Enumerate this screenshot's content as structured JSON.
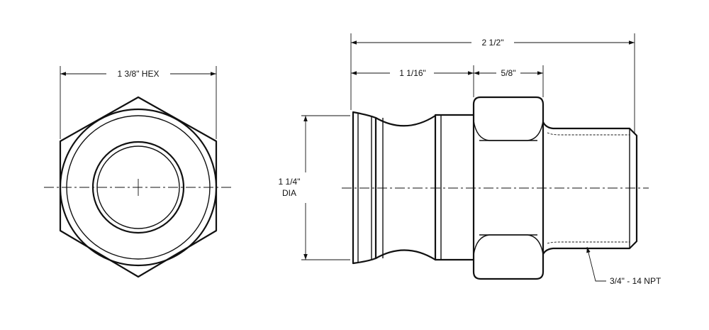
{
  "dimensions": {
    "hex_across_flats": "1 3/8\" HEX",
    "overall_length": "2 1/2\"",
    "adapter_length": "1 1/16\"",
    "hex_length": "5/8\"",
    "diameter_line1": "1 1/4\"",
    "diameter_line2": "DIA",
    "thread_callout": "3/4\" - 14 NPT"
  }
}
